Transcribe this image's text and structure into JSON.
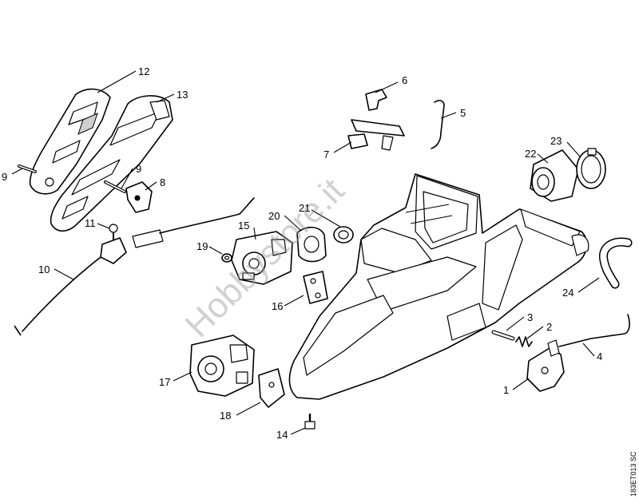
{
  "diagram": {
    "code": "183ET013 SC",
    "watermark": "Hobbystore.it",
    "callouts": [
      "12",
      "13",
      "9",
      "9",
      "8",
      "11",
      "10",
      "6",
      "5",
      "7",
      "20",
      "21",
      "15",
      "19",
      "16",
      "17",
      "18",
      "14",
      "22",
      "23",
      "24",
      "3",
      "2",
      "4",
      "1"
    ]
  }
}
